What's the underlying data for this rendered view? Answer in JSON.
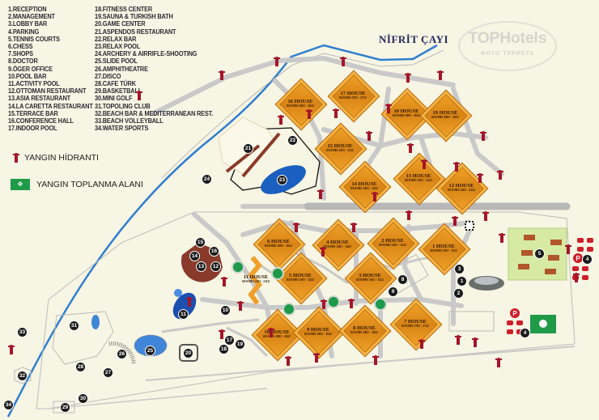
{
  "legend_left": [
    "1.RECEPTION",
    "2.MANAGEMENT",
    "3.LOBBY BAR",
    "4.PARKING",
    "5.TENNIS COURTS",
    "6.CHESS",
    "7.SHOPS",
    "8.DOCTOR",
    "9.ÖGER OFFICE",
    "10.POOL BAR",
    "11.ACTIVITY POOL",
    "12.OTTOMAN RESTAURANT",
    "13.ASIA RESTAURANT",
    "14.LA CARETTA RESTAURANT",
    "15.TERRACE BAR",
    "16.CONFERENCE HALL",
    "17.INDOOR POOL"
  ],
  "legend_right": [
    "18.FITNESS CENTER",
    "19.SAUNA & TURKISH BATH",
    "20.GAME CENTER",
    "21.ASPENDOS RESTAURANT",
    "22.RELAX BAR",
    "23.RELAX POOL",
    "24.ARCHERY & AIRRIFLE-SHOOTING",
    "25.SLIDE POOL",
    "26.AMPHITHEATRE",
    "27.DISCO",
    "28.CAFE TÜRK",
    "29.BASKETBALL",
    "30.MINI GOLF",
    "31.TOPOLING CLUB",
    "32.BEACH BAR & MEDITERRANEAN REST.",
    "33.BEACH VOLLEYBALL",
    "34.WATER SPORTS"
  ],
  "fire_legend": {
    "hydrant": "YANGIN HİDRANTI",
    "assembly": "YANGIN TOPLANMA ALANI"
  },
  "river_label": "NİFRİT ÇAYI",
  "watermark": {
    "main": "TOPHotels",
    "sub": "ФОТО ТУРИСТА"
  },
  "colors": {
    "river": "#2f7fcf",
    "house": "#f0a02a",
    "hydrant": "#a4162a",
    "road": "#c9c9c9",
    "assembly": "#1f9a48",
    "pool": "#1b5fc0"
  },
  "houses": [
    {
      "label": "16 HOUSE",
      "rooms": "ROOMS 2601 - 2622"
    },
    {
      "label": "17 HOUSE",
      "rooms": "ROOMS 2701 - 2712"
    },
    {
      "label": "18 HOUSE",
      "rooms": "ROOMS 2801 - 2822"
    },
    {
      "label": "19 HOUSE",
      "rooms": "ROOMS 2901 - 2922"
    },
    {
      "label": "15 HOUSE",
      "rooms": "ROOMS 2501 - 2522"
    },
    {
      "label": "14 HOUSE",
      "rooms": "ROOMS 2401 - 2422"
    },
    {
      "label": "13 HOUSE",
      "rooms": "ROOMS 2301 - 2322"
    },
    {
      "label": "12 HOUSE",
      "rooms": "ROOMS 2201 - 2222"
    },
    {
      "label": "6 HOUSE",
      "rooms": "ROOMS 1601 - 1622"
    },
    {
      "label": "4 HOUSE",
      "rooms": "ROOMS 1401 - 1422"
    },
    {
      "label": "2 HOUSE",
      "rooms": "ROOMS 1201 - 1222"
    },
    {
      "label": "1 HOUSE",
      "rooms": "ROOMS 1101 - 1122"
    },
    {
      "label": "5 HOUSE",
      "rooms": "ROOMS 1501 - 1522"
    },
    {
      "label": "3 HOUSE",
      "rooms": "ROOMS 1301 - 1322"
    },
    {
      "label": "10 HOUSE",
      "rooms": "ROOMS 2001 - 2022"
    },
    {
      "label": "9 HOUSE",
      "rooms": "ROOMS 1901 - 1922"
    },
    {
      "label": "8 HOUSE",
      "rooms": "ROOMS 1801 - 1822"
    },
    {
      "label": "7 HOUSE",
      "rooms": "ROOMS 1701 - 1722"
    },
    {
      "label": "11 HOUSE",
      "rooms": "ROOMS 2101 - 2110"
    }
  ],
  "markers": [
    "1",
    "2",
    "3",
    "4",
    "4",
    "5",
    "8",
    "9",
    "10",
    "11",
    "12",
    "13",
    "14",
    "15",
    "16",
    "17",
    "18",
    "19",
    "20",
    "21",
    "22",
    "23",
    "24",
    "25",
    "26",
    "27",
    "28",
    "29",
    "30",
    "31",
    "32",
    "33",
    "34"
  ],
  "parking_symbol": "P"
}
